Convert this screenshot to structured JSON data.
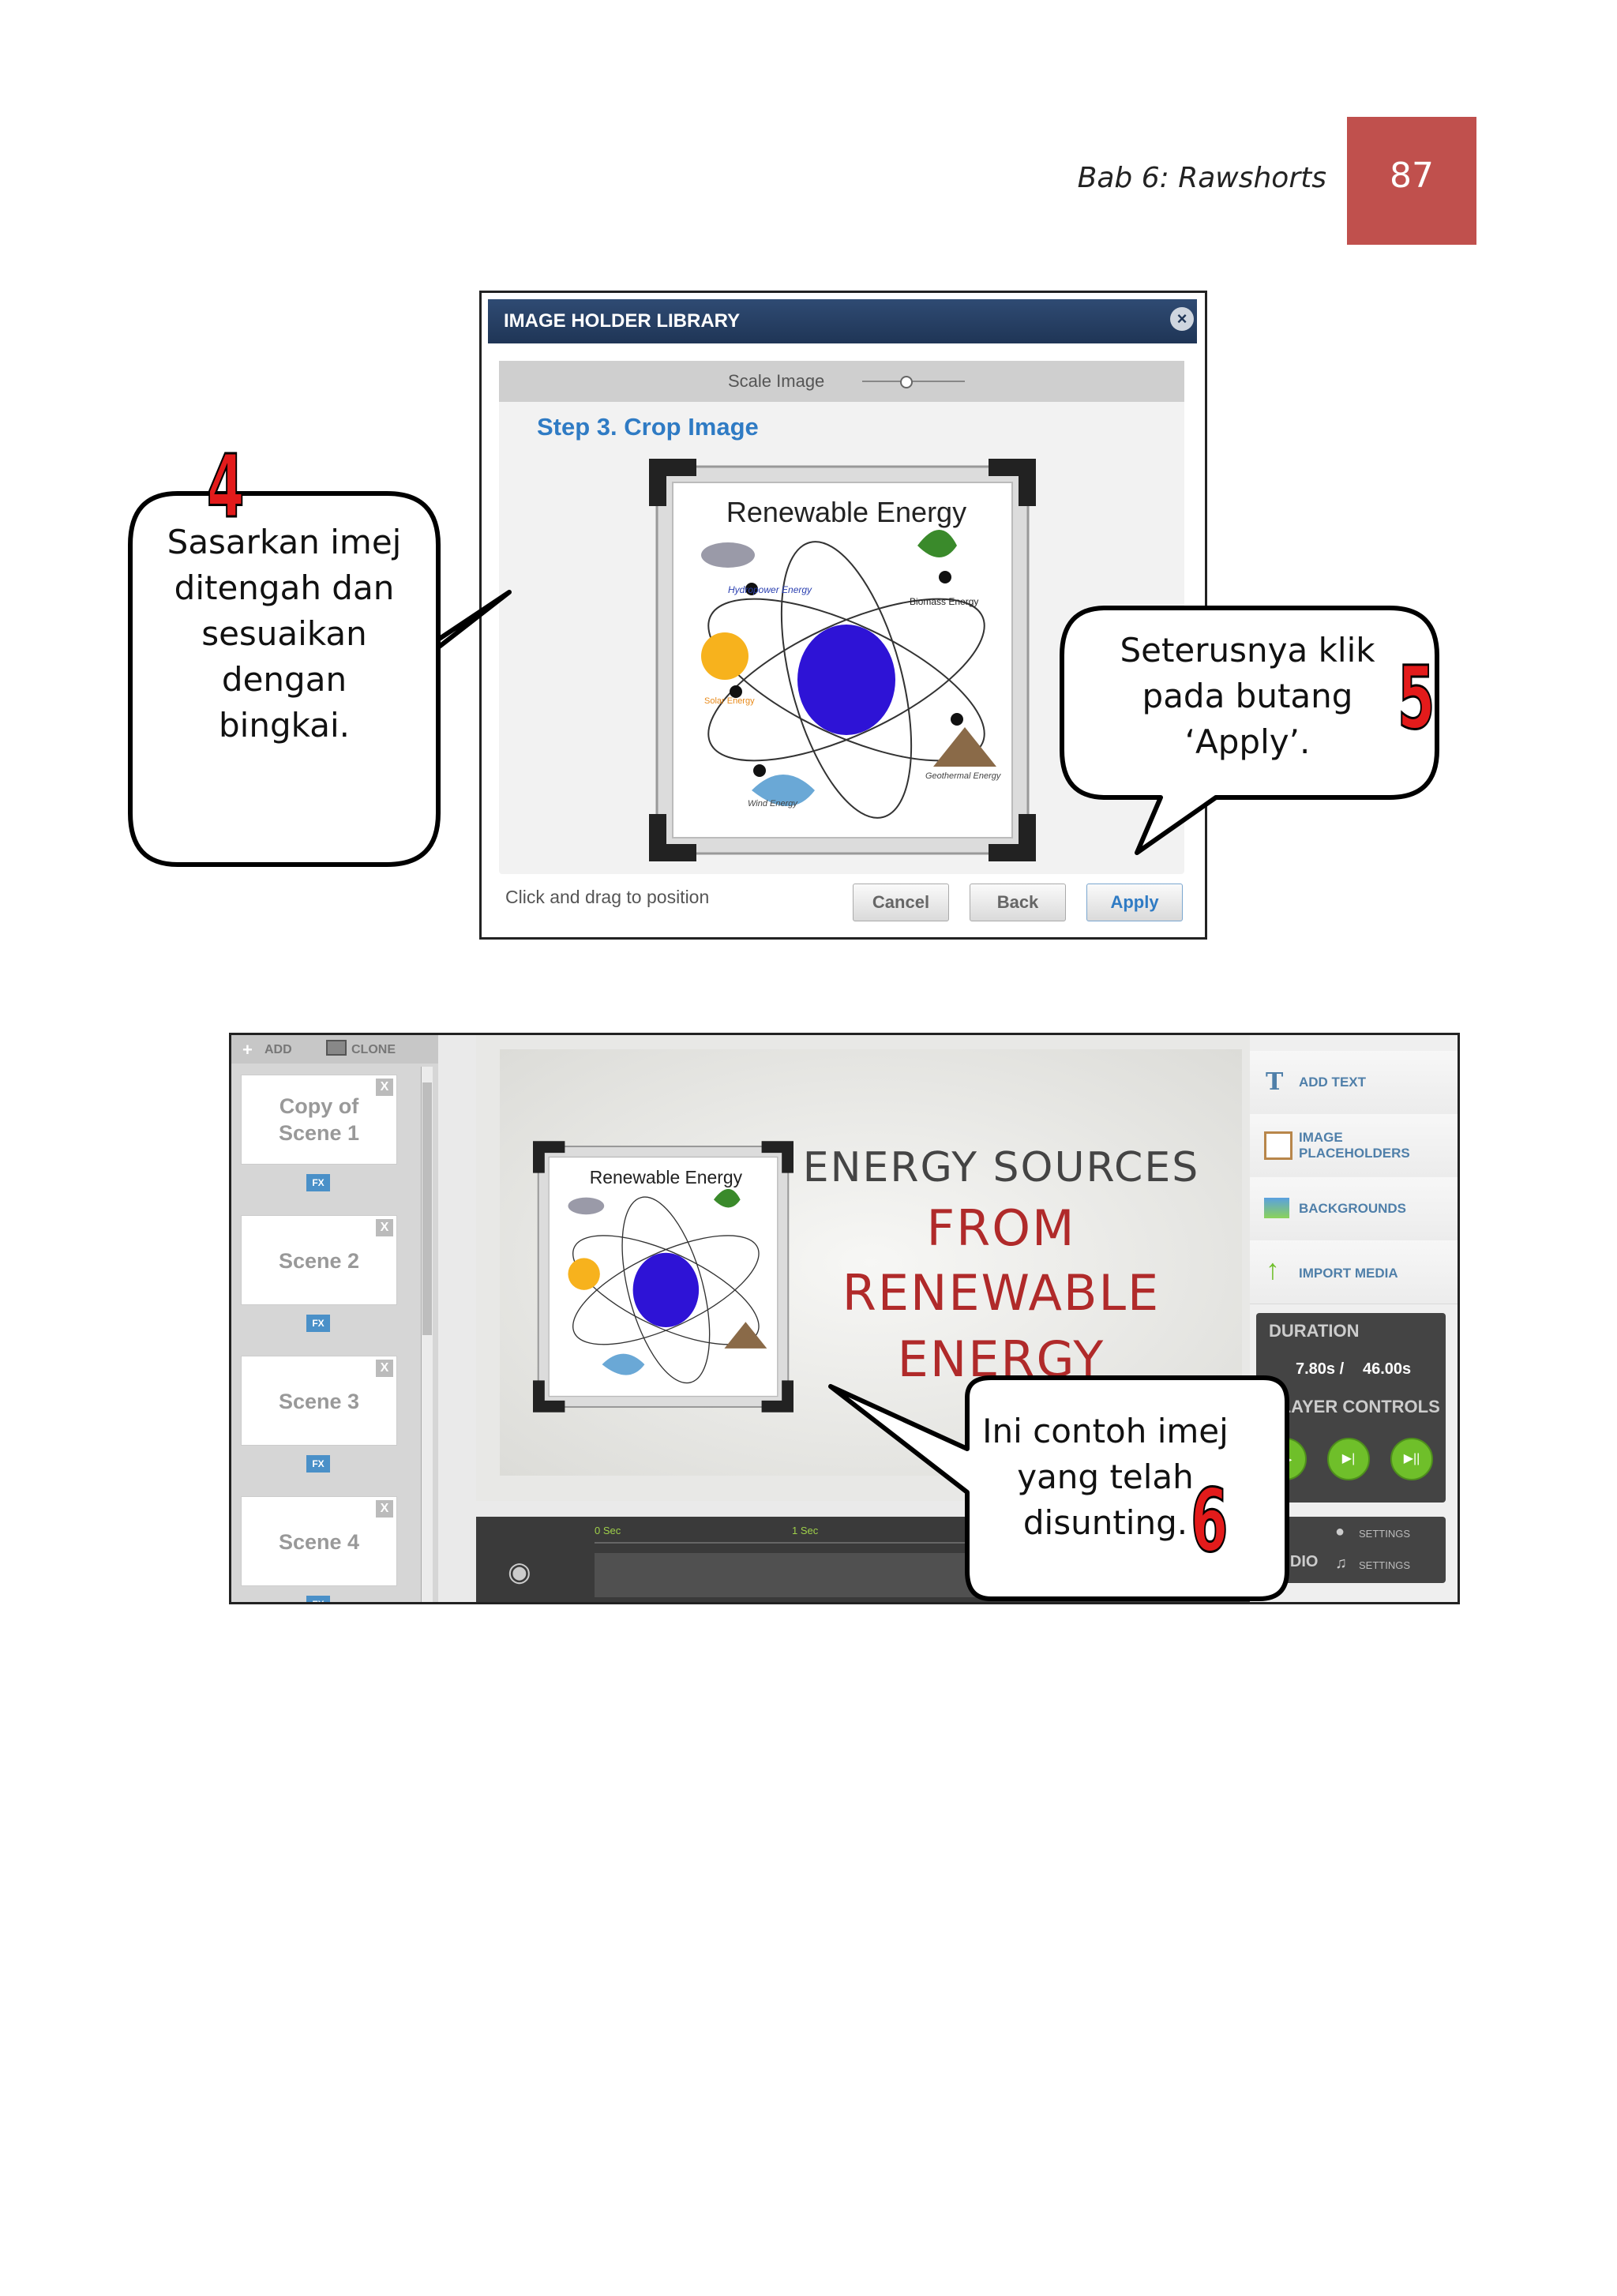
{
  "header": {
    "title": "Bab 6: Rawshorts",
    "page_number": "87"
  },
  "dialog": {
    "title": "IMAGE HOLDER LIBRARY",
    "scale_label": "Scale Image",
    "step_title": "Step 3. Crop Image",
    "image_title": "Renewable Energy",
    "image_labels": [
      "Hydropower Energy",
      "Biomass Energy",
      "Solar Energy",
      "Geothermal Energy",
      "Wind Energy"
    ],
    "hint": "Click and drag to position",
    "buttons": {
      "cancel": "Cancel",
      "back": "Back",
      "apply": "Apply"
    }
  },
  "callouts": {
    "c4": {
      "number": "4",
      "lines": [
        "Sasarkan imej",
        "ditengah dan",
        "sesuaikan",
        "dengan",
        "bingkai."
      ]
    },
    "c5": {
      "number": "5",
      "lines": [
        "Seterusnya klik",
        "pada butang",
        "‘Apply’."
      ]
    },
    "c6": {
      "number": "6",
      "lines": [
        "Ini contoh imej",
        "yang telah",
        "disunting."
      ]
    }
  },
  "editor": {
    "toolbar": {
      "add": "ADD",
      "clone": "CLONE"
    },
    "scenes": [
      {
        "label_lines": [
          "Copy of",
          "Scene 1"
        ]
      },
      {
        "label_lines": [
          "Scene 2"
        ]
      },
      {
        "label_lines": [
          "Scene 3"
        ]
      },
      {
        "label_lines": [
          "Scene 4"
        ]
      }
    ],
    "fx_label": "FX",
    "close_label": "X",
    "stage": {
      "line1": "ENERGY SOURCES",
      "line2": "FROM",
      "line3": "RENEWABLE",
      "line4": "ENERGY"
    },
    "timeline": {
      "tick0": "0 Sec",
      "tick1": "1 Sec"
    },
    "right_panel": {
      "add_text": "ADD TEXT",
      "image_placeholders_1": "IMAGE",
      "image_placeholders_2": "PLACEHOLDERS",
      "backgrounds": "BACKGROUNDS",
      "import_media": "IMPORT MEDIA",
      "duration": "DURATION",
      "duration_value": "7.80s /",
      "duration_total": "46.00s",
      "player_controls": "PLAYER CONTROLS",
      "audio": "AUDIO",
      "settings1": "SETTINGS",
      "settings2": "SETTINGS"
    }
  },
  "colors": {
    "page_box": "#c0504d",
    "dialog_title": "#1f3556",
    "step_title": "#2f7bc4",
    "callout_number": "#e31b1b",
    "stage_accent": "#b02a2a",
    "stage_dark": "#444444"
  }
}
